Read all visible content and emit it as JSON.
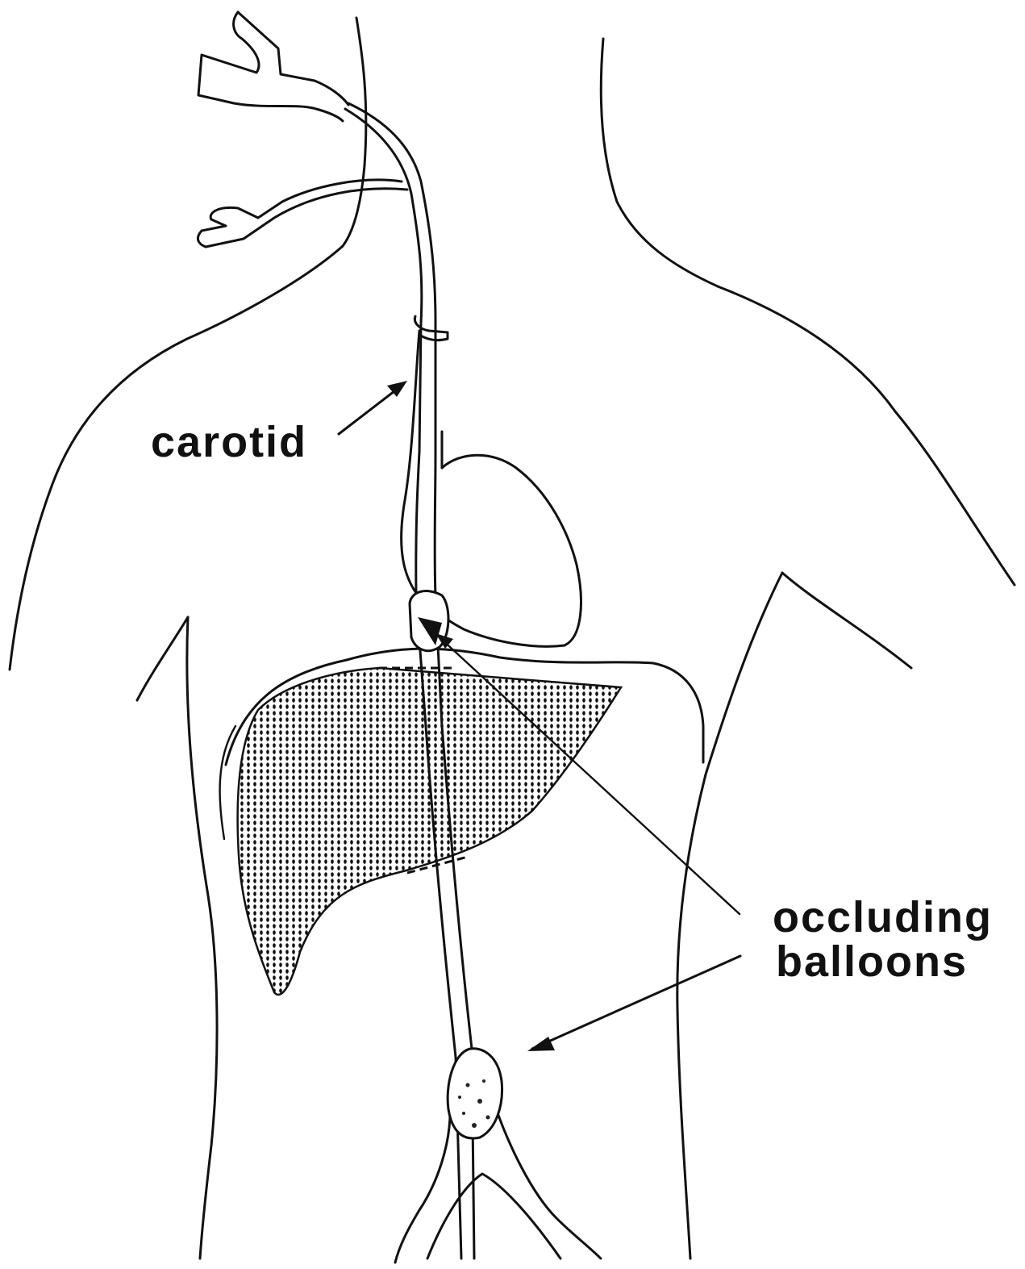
{
  "labels": {
    "carotid": "carotid",
    "occluding_line1": "occluding",
    "occluding_line2": "balloons"
  },
  "colors": {
    "ink": "#111111",
    "background": "#ffffff"
  }
}
